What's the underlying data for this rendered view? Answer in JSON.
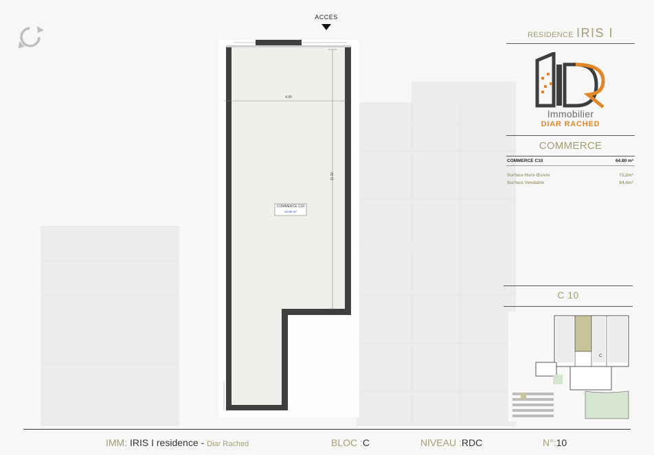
{
  "plan": {
    "access_label": "ACCES",
    "room_label": "COMMERCE C10",
    "room_area": "64.80 m²",
    "dim_width": "4.95",
    "dim_length": "11.20"
  },
  "header": {
    "residence_prefix": "RESIDENCE",
    "residence_name": "IRIS I"
  },
  "brand": {
    "line1": "Immobilier",
    "line2": "DIAR RACHED",
    "colors": {
      "gray": "#3d3d3d",
      "orange": "#e1872a"
    }
  },
  "section": {
    "title": "COMMERCE",
    "lot_name": "COMMERCE C10",
    "lot_area": "64.80 m²",
    "surface_hors_oeuvre_label": "Surface Hors Œuvre",
    "surface_hors_oeuvre_value": "72,2m²",
    "surface_vendable_label": "Surface Vendable",
    "surface_vendable_value": "84,4m²"
  },
  "keyplan": {
    "title": "C 10",
    "marker": "C"
  },
  "footer": {
    "imm_label": "IMM:",
    "imm_value": "IRIS I residence",
    "imm_sep": " - ",
    "imm_company": "Diar Rached",
    "bloc_label": "BLOC :",
    "bloc_value": "C",
    "niveau_label": "NIVEAU :",
    "niveau_value": "RDC",
    "numero_label": "N°:",
    "numero_value": "10"
  },
  "colors": {
    "accent_gold": "#a39d72",
    "wall": "#3f3f3f",
    "floor": "#eef0ec",
    "highlight_lot": "#c9c39a"
  },
  "icons": [
    "refresh-logo-icon",
    "access-arrow-icon"
  ]
}
